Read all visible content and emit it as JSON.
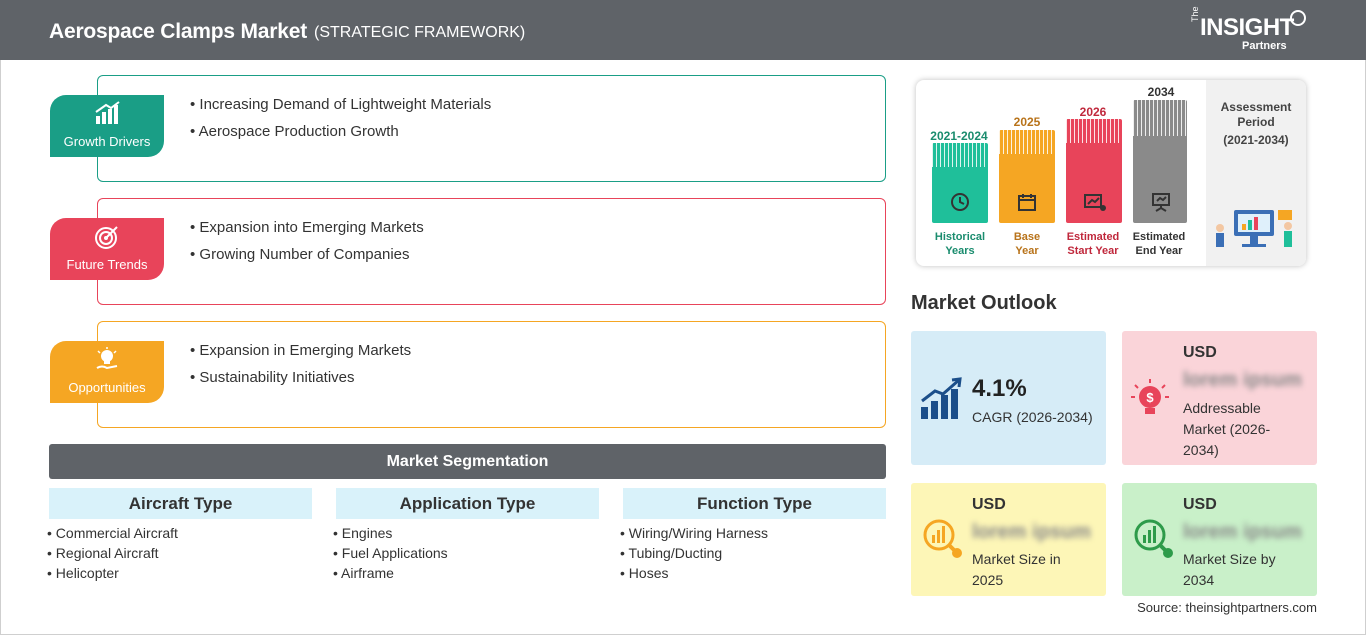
{
  "header": {
    "title": "Aerospace Clamps Market",
    "subtitle": "(STRATEGIC FRAMEWORK)",
    "logo": {
      "the": "The",
      "insight": "INSIGHT",
      "partners": "Partners"
    }
  },
  "colors": {
    "growth": "#1a9e86",
    "trends": "#e8445a",
    "opportunities": "#f5a623",
    "header": "#5f6368"
  },
  "framework": [
    {
      "label": "Growth Drivers",
      "icon": "bar-chart-growth-icon",
      "items": [
        "Increasing Demand of Lightweight Materials",
        "Aerospace Production Growth"
      ]
    },
    {
      "label": "Future Trends",
      "icon": "target-icon",
      "items": [
        "Expansion into Emerging Markets",
        "Growing Number of Companies"
      ]
    },
    {
      "label": "Opportunities",
      "icon": "lightbulb-hand-icon",
      "items": [
        "Expansion in Emerging Markets",
        "Sustainability Initiatives"
      ]
    }
  ],
  "segmentation": {
    "title": "Market Segmentation",
    "columns": [
      {
        "heading": "Aircraft Type",
        "items": [
          "Commercial Aircraft",
          "Regional Aircraft",
          "Helicopter"
        ]
      },
      {
        "heading": "Application Type",
        "items": [
          "Engines",
          "Fuel Applications",
          "Airframe"
        ]
      },
      {
        "heading": "Function Type",
        "items": [
          "Wiring/Wiring Harness",
          "Tubing/Ducting",
          "Hoses"
        ]
      }
    ]
  },
  "timeline": {
    "bars": [
      {
        "year": "2021-2024",
        "caption": [
          "Historical",
          "Years"
        ],
        "color": "#1fbf9a",
        "label_color": "#1a8c6e",
        "icon": "history-icon"
      },
      {
        "year": "2025",
        "caption": [
          "Base",
          "Year"
        ],
        "color": "#f5a623",
        "label_color": "#b8731a",
        "icon": "calendar-icon"
      },
      {
        "year": "2026",
        "caption": [
          "Estimated",
          "Start Year"
        ],
        "color": "#e8445a",
        "label_color": "#c0283c",
        "icon": "growth-screen-icon"
      },
      {
        "year": "2034",
        "caption": [
          "Estimated",
          "End Year"
        ],
        "color": "#8a8a8a",
        "label_color": "#333333",
        "icon": "presentation-icon"
      }
    ],
    "assessment": {
      "title": [
        "Assessment",
        "Period"
      ],
      "range": "(2021-2034)"
    }
  },
  "outlook": {
    "title": "Market Outlook",
    "cagr": {
      "value": "4.1%",
      "label": "CAGR (2026-2034)",
      "bg": "#d6ecf7"
    },
    "addressable": {
      "currency": "USD",
      "value": "lorem ipsum",
      "label": [
        "Addressable",
        "Market (2026-",
        "2034)"
      ],
      "bg": "#fad4d9"
    },
    "size_2025": {
      "currency": "USD",
      "value": "lorem ipsum",
      "label": [
        "Market Size in",
        "2025"
      ],
      "bg": "#fdf6b7"
    },
    "size_2034": {
      "currency": "USD",
      "value": "lorem ipsum",
      "label": [
        "Market Size by",
        "2034"
      ],
      "bg": "#c9f0c9"
    }
  },
  "source": "Source: theinsightpartners.com"
}
